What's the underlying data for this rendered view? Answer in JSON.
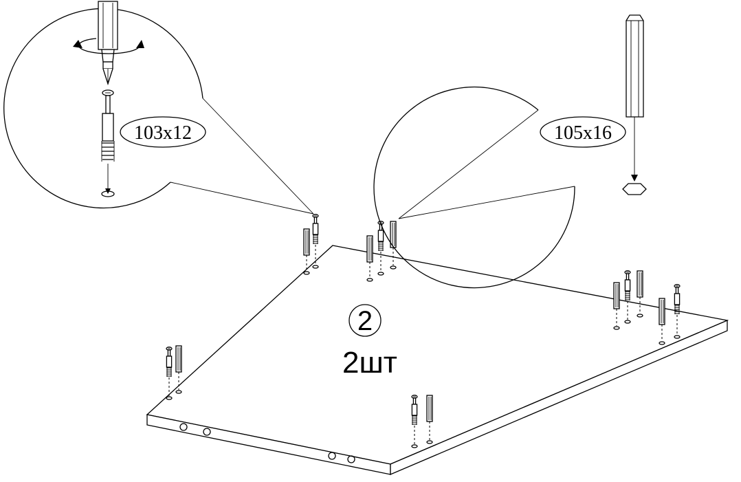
{
  "step": {
    "number": "2",
    "quantity": "2шт"
  },
  "callouts": {
    "left": {
      "label": "103x12"
    },
    "right": {
      "label": "105x16"
    }
  }
}
